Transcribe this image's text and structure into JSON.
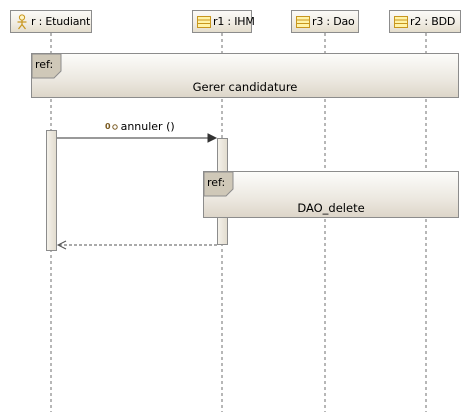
{
  "participants": [
    {
      "id": "p_etudiant",
      "label": "r : Etudiant",
      "kind": "actor",
      "icon": "actor-icon"
    },
    {
      "id": "p_ihm",
      "label": "r1 : IHM",
      "kind": "class",
      "icon": "class-icon"
    },
    {
      "id": "p_dao",
      "label": "r3 : Dao",
      "kind": "class",
      "icon": "class-icon"
    },
    {
      "id": "p_bdd",
      "label": "r2 : BDD",
      "kind": "class",
      "icon": "class-icon"
    }
  ],
  "fragments": [
    {
      "tag": "ref:",
      "title": "Gerer candidature"
    },
    {
      "tag": "ref:",
      "title": "DAO_delete"
    }
  ],
  "messages": [
    {
      "seq": "0",
      "label": "annuler ()",
      "kind": "synchronous",
      "icon": "message-icon"
    },
    {
      "label": "",
      "kind": "return"
    }
  ],
  "colors": {
    "line": "#8c8c8c",
    "lifeline": "#6f6f6f",
    "arrow": "#333333",
    "return_arrow": "#555555",
    "box_light": "#fbfaf7",
    "box_dark": "#e4ddcd"
  }
}
